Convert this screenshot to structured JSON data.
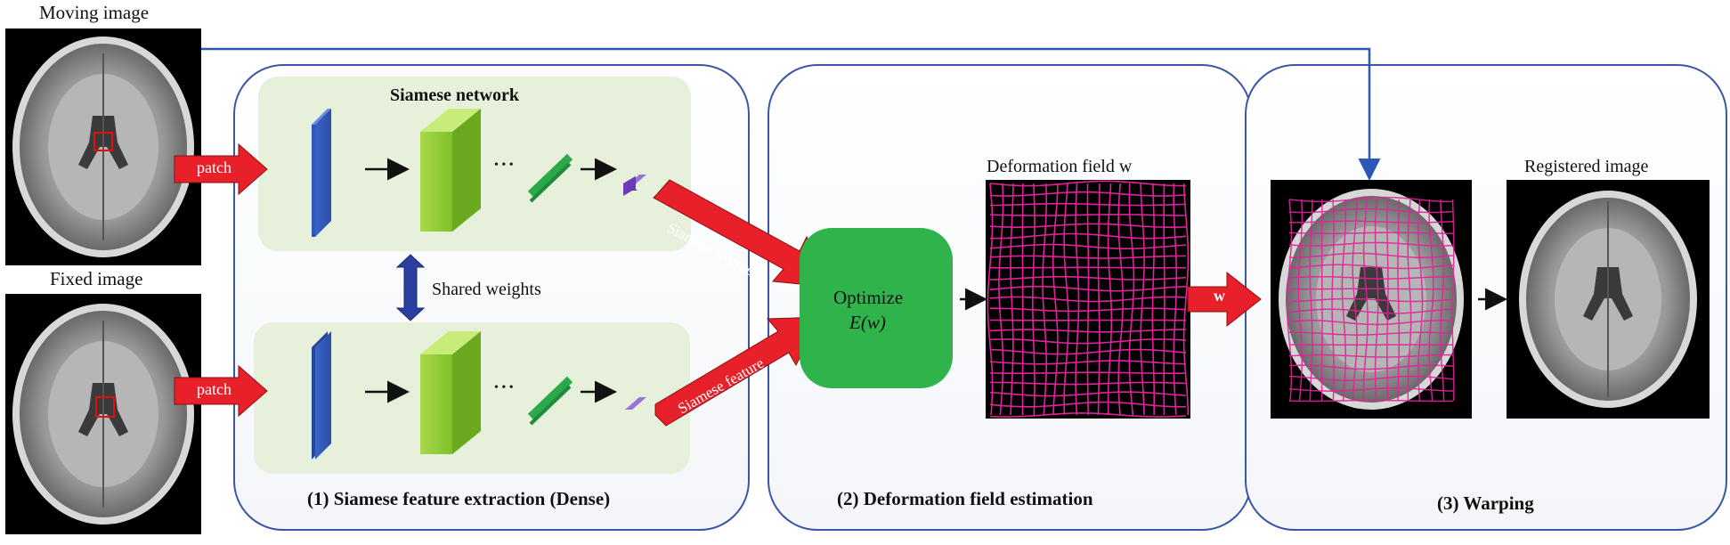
{
  "labels": {
    "moving_image": "Moving image",
    "fixed_image": "Fixed image",
    "patch_top": "patch",
    "patch_bottom": "patch",
    "siamese_network": "Siamese network",
    "shared_weights": "Shared weights",
    "ellipsis_top": "• • •",
    "ellipsis_bottom": "• • •",
    "siamese_feature_top": "Siamese feature",
    "siamese_feature_bottom": "Siamese feature",
    "optimize": "Optimize",
    "energy": "E(w)",
    "deformation_field": "Deformation field w",
    "w_arrow": "w",
    "registered_image": "Registered image"
  },
  "captions": {
    "stage1": "(1) Siamese feature extraction (Dense)",
    "stage2": "(2) Deformation field estimation",
    "stage3": "(3) Warping"
  },
  "colors": {
    "panel_border": "#3a57a6",
    "green_block": "#e6f0da",
    "optimize_box": "#2fb34a",
    "red_arrow": "#e8202a",
    "grid_line": "#e0239a"
  }
}
